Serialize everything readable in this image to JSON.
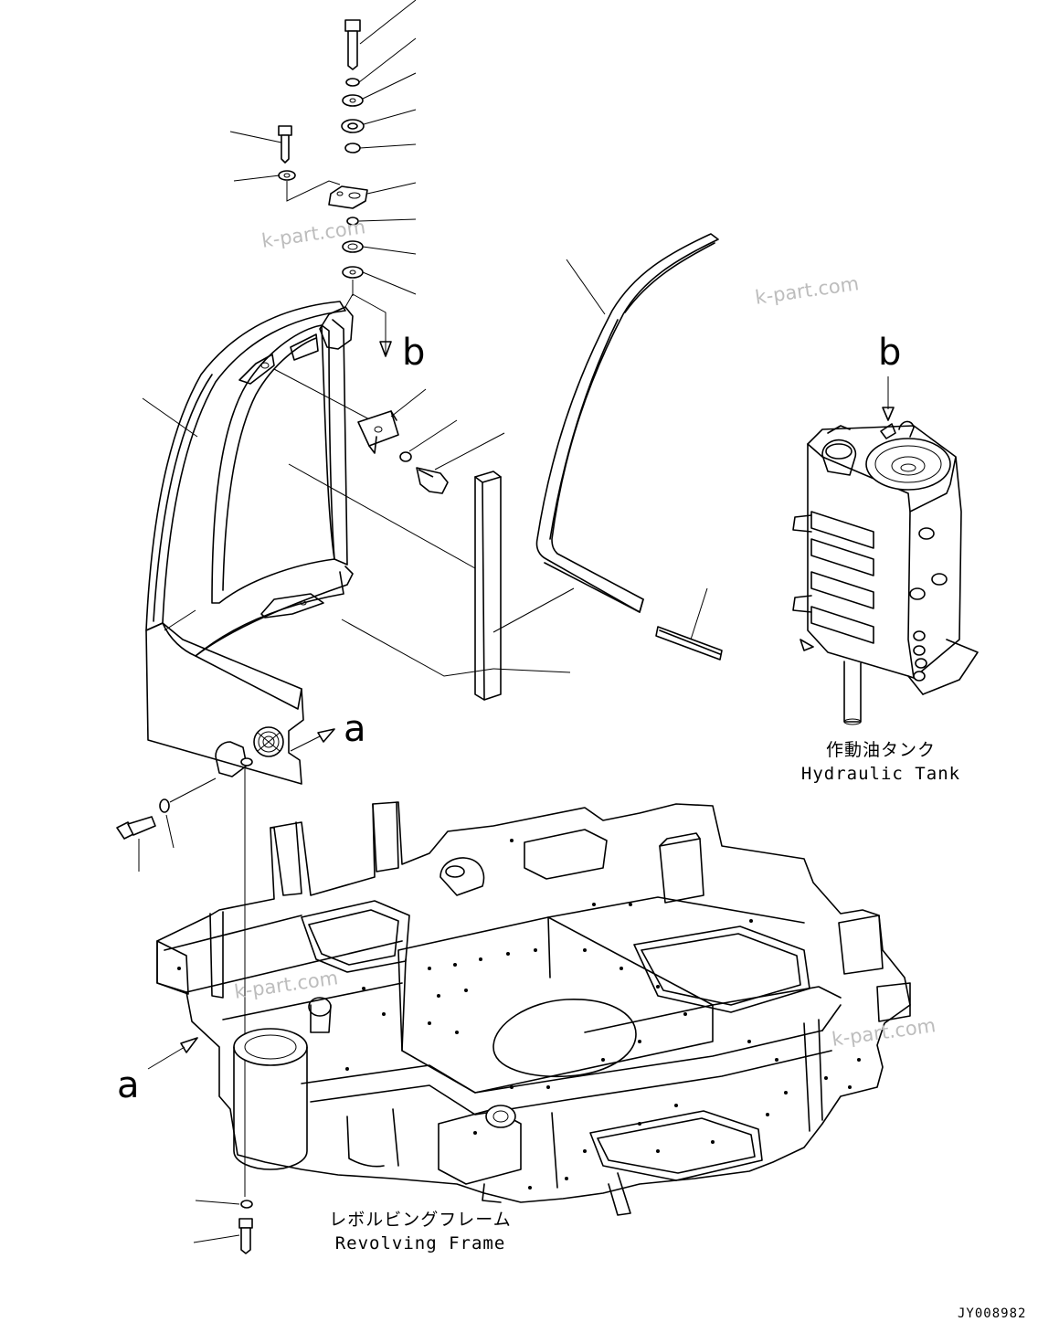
{
  "diagram": {
    "drawing_code": "JY008982",
    "ref_labels": {
      "b_top": "b",
      "b_tank": "b",
      "a_upper": "a",
      "a_lower": "a"
    },
    "hydraulic_tank": {
      "label_jp": "作動油タンク",
      "label_en": "Hydraulic Tank"
    },
    "revolving_frame": {
      "label_jp": "レボルビングフレーム",
      "label_en": "Revolving Frame"
    },
    "watermarks": [
      "k-part.com",
      "k-part.com",
      "k-part.com",
      "k-part.com"
    ]
  }
}
